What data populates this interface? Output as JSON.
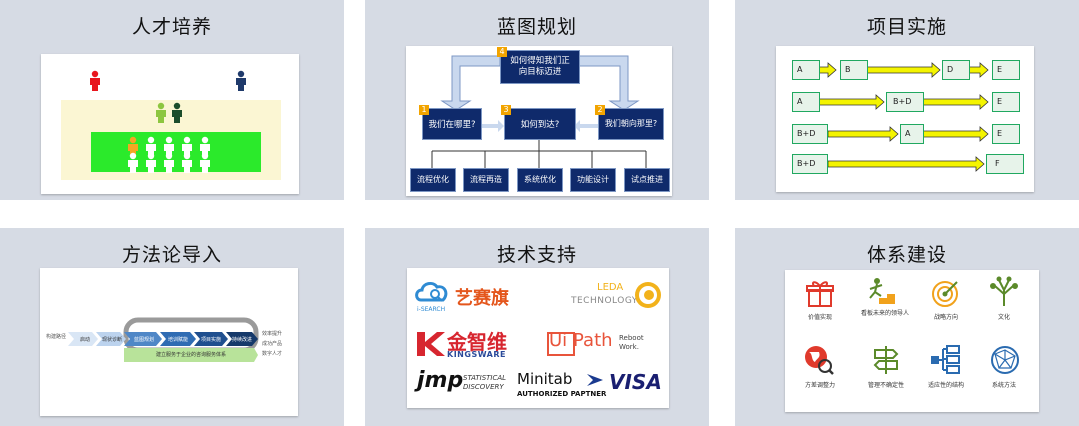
{
  "panels": {
    "talent": {
      "title": "人才培养",
      "colors": {
        "red": "#e8161e",
        "navy": "#1f3a6b",
        "lightgreen": "#8dc63f",
        "darkgreen": "#1b4d2b",
        "orange": "#f5a623",
        "bright": "#2bea2b",
        "cream": "#fbf6d3"
      }
    },
    "blueprint": {
      "title": "蓝图规划",
      "top_box": {
        "num": "4",
        "label": "如何得知我们正向目标迈进"
      },
      "middle_boxes": [
        {
          "num": "1",
          "label": "我们在哪里?"
        },
        {
          "num": "3",
          "label": "如何到达?"
        },
        {
          "num": "2",
          "label": "我们朝向那里?"
        }
      ],
      "bottom_boxes": [
        "流程优化",
        "流程再造",
        "系统优化",
        "功能设计",
        "试点推进"
      ],
      "colors": {
        "box": "#0f2a6b",
        "num": "#f2a400",
        "arrow": "#c9d8ee"
      }
    },
    "project": {
      "title": "项目实施",
      "rows": [
        {
          "cells": [
            "A",
            "B",
            "D",
            "E"
          ]
        },
        {
          "cells": [
            "A",
            "B+D",
            "E"
          ]
        },
        {
          "cells": [
            "B+D",
            "A",
            "E"
          ]
        },
        {
          "cells": [
            "B+D",
            "F"
          ]
        }
      ],
      "colors": {
        "border": "#20a860",
        "cell": "#e7f3ea",
        "arrow": "#f4f400"
      }
    },
    "methodology": {
      "title": "方法论导入",
      "left_label": "构建路径",
      "chevrons": [
        "启动",
        "现状诊断",
        "蓝图规划",
        "培训赋能",
        "项目实施",
        "持续改进"
      ],
      "banner": "建立服务于企业的咨询服务体系",
      "right_labels": [
        "效率提升",
        "成功产品",
        "数字人才"
      ]
    },
    "tech": {
      "title": "技术支持",
      "logos": {
        "isearch_sub": "i-SEARCH",
        "yisaiqi": "艺赛旗",
        "leda_top": "LEDA",
        "leda_bottom": "TECHNOLOGY",
        "kingsware_cn": "金智维",
        "kingsware_en": "KINGSWARE",
        "uipath_ui": "Ui",
        "uipath_path": "Path",
        "uipath_tag": "Reboot Work.",
        "jmp": "jmp",
        "jmp_sub_1": "STATISTICAL",
        "jmp_sub_2": "DISCOVERY",
        "minitab": "Minitab",
        "minitab_sub": "AUTHORIZED PAPTNER",
        "visa": "VISA"
      },
      "colors": {
        "isearch": "#2f8bd3",
        "yisaiqi": "#e4561c",
        "leda": "#f2b21b",
        "kingsware": "#d7262f",
        "uipath": "#e8543b",
        "visa": "#1a1f71",
        "minitab": "#1a3a8f"
      }
    },
    "system": {
      "title": "体系建设",
      "items": [
        {
          "label": "价值实现",
          "icon": "gift-icon"
        },
        {
          "label": "看板未来的领导人",
          "icon": "runner-icon"
        },
        {
          "label": "战略方向",
          "icon": "target-icon"
        },
        {
          "label": "文化",
          "icon": "culture-tree-icon"
        },
        {
          "label": "方差调整力",
          "icon": "globe-magnifier-icon"
        },
        {
          "label": "管理不确定性",
          "icon": "signpost-icon"
        },
        {
          "label": "适应性的结构",
          "icon": "org-structure-icon"
        },
        {
          "label": "系统方法",
          "icon": "network-globe-icon"
        }
      ],
      "colors": {
        "red": "#e03a2c",
        "green": "#5b8a2a",
        "orange": "#f1a21c",
        "blue": "#2a6bb0"
      }
    }
  }
}
